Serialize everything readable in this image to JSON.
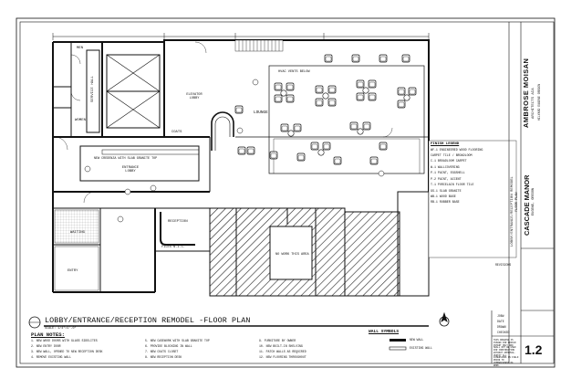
{
  "drawing": {
    "title": "LOBBY/ENTRANCE/RECEPTION REMODEL -FLOOR PLAN",
    "scale": "SCALE: 1/4\"=1'-0\"",
    "sheet_number": "1.2",
    "project_name": "CASCADE MANOR",
    "project_location": "EUGENE, OREGON",
    "sheet_subject": "LOBBY/ENTRANCE/RECEPTION REMODEL",
    "sheet_subject_2": "FLOOR PLAN",
    "firm_name": "AMBROSE MOISAN",
    "firm_line2": "ARCHITECTS AIA",
    "firm_line3": "HILYARD EUGENE OREGON",
    "revisions_label": "REVISIONS"
  },
  "rooms": {
    "lounge": "LOUNGE",
    "elevator_lobby": "ELEVATOR LOBBY",
    "entrance_lobby": "ENTRANCE LOBBY",
    "reception": "RECEPTION",
    "waiting": "WAITING",
    "entry": "ENTRY",
    "coats": "COATS",
    "men": "MEN",
    "women": "WOMEN",
    "service_hall": "SERVICE HALL",
    "files_nic": "FILES N.I.C.",
    "no_work": "NO WORK THIS AREA",
    "hvac": "HVAC VENTS BELOW",
    "credenza": "NEW CREDENZA WITH SLAB GRANITE TOP"
  },
  "finish_legend": {
    "title": "FINISH LEGEND",
    "items": [
      "WF-1 ENGINEERED WOOD FLOORING",
      "CARPET TILE / BROADLOOM",
      "C-1 BROADLOOM CARPET",
      "W-1 WALLCOVERING",
      "P-1 PAINT, EGGSHELL",
      "P-2 PAINT, ACCENT",
      "T-1 PORCELAIN FLOOR TILE",
      "GS-1 SLAB GRANITE",
      "WB-1 WOOD BASE",
      "RB-1 RUBBER BASE"
    ]
  },
  "plan_notes": {
    "title": "PLAN NOTES:",
    "items": [
      "1. NEW WOOD DOORS WITH GLASS SIDELITES",
      "2. NEW ENTRY DOOR",
      "3. NEW WALL, OPENED TO NEW RECEPTION DESK",
      "4. REMOVE EXISTING WALL",
      "5. NEW CASEWORK WITH SLAB GRANITE TOP",
      "6. PROVIDE BLOCKING IN WALL",
      "7. NEW COATS CLOSET",
      "8. NEW RECEPTION DESK",
      "9. FURNITURE BY OWNER",
      "10. NEW BUILT-IN SHELVING",
      "11. PATCH WALLS AS REQUIRED",
      "12. NEW FLOORING THROUGHOUT"
    ]
  },
  "wall_symbols": {
    "title": "WALL SYMBOLS",
    "items": [
      "NEW WALL",
      "EXISTING WALL"
    ]
  },
  "title_block": {
    "job_label": "JOB#",
    "date_label": "DATE",
    "drawn_label": "DRAWN",
    "checked_label": "CHECKED",
    "disclaimer": "THIS DRAWING IS ISSUED FOR DESIGN INTENT ONLY AND SHALL NOT BE USED FOR CONSTRUCTION WITHOUT APPROVAL. VERIFY ALL DIMENSIONS IN FIELD PRIOR TO COMMENCEMENT OF WORK."
  },
  "colors": {
    "ink": "#111111",
    "paper": "#ffffff",
    "hatch": "#222222"
  }
}
